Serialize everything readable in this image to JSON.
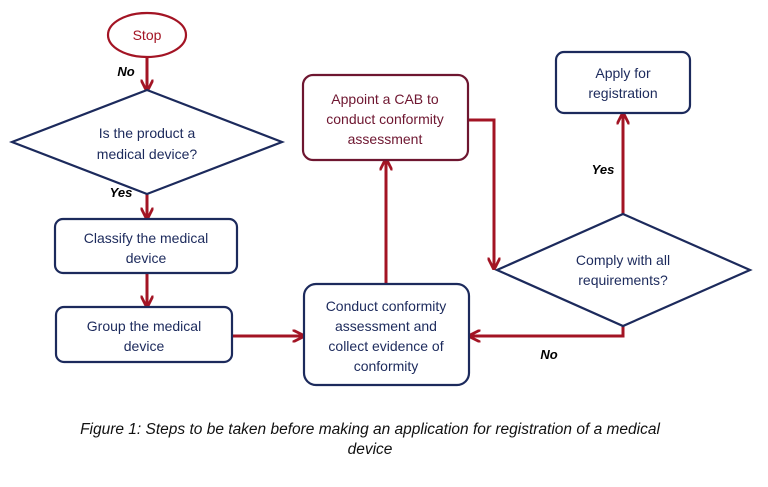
{
  "colors": {
    "navy": "#1c2a5c",
    "crimson": "#a31424",
    "maroon": "#6e1630"
  },
  "nodes": {
    "stop": "Stop",
    "is_medical_device": [
      "Is the product a",
      "medical device?"
    ],
    "classify": [
      "Classify the medical",
      "device"
    ],
    "group": [
      "Group the medical",
      "device"
    ],
    "conduct": [
      "Conduct conformity",
      "assessment and",
      "collect evidence of",
      "conformity"
    ],
    "appoint_cab": [
      "Appoint a CAB to",
      "conduct conformity",
      "assessment"
    ],
    "comply": [
      "Comply with all",
      "requirements?"
    ],
    "apply": [
      "Apply for",
      "registration"
    ]
  },
  "labels": {
    "no_top": "No",
    "yes_left": "Yes",
    "yes_right": "Yes",
    "no_right": "No"
  },
  "caption": {
    "line1": "Figure 1: Steps to be taken before making an application for registration of a medical",
    "line2": "device"
  }
}
